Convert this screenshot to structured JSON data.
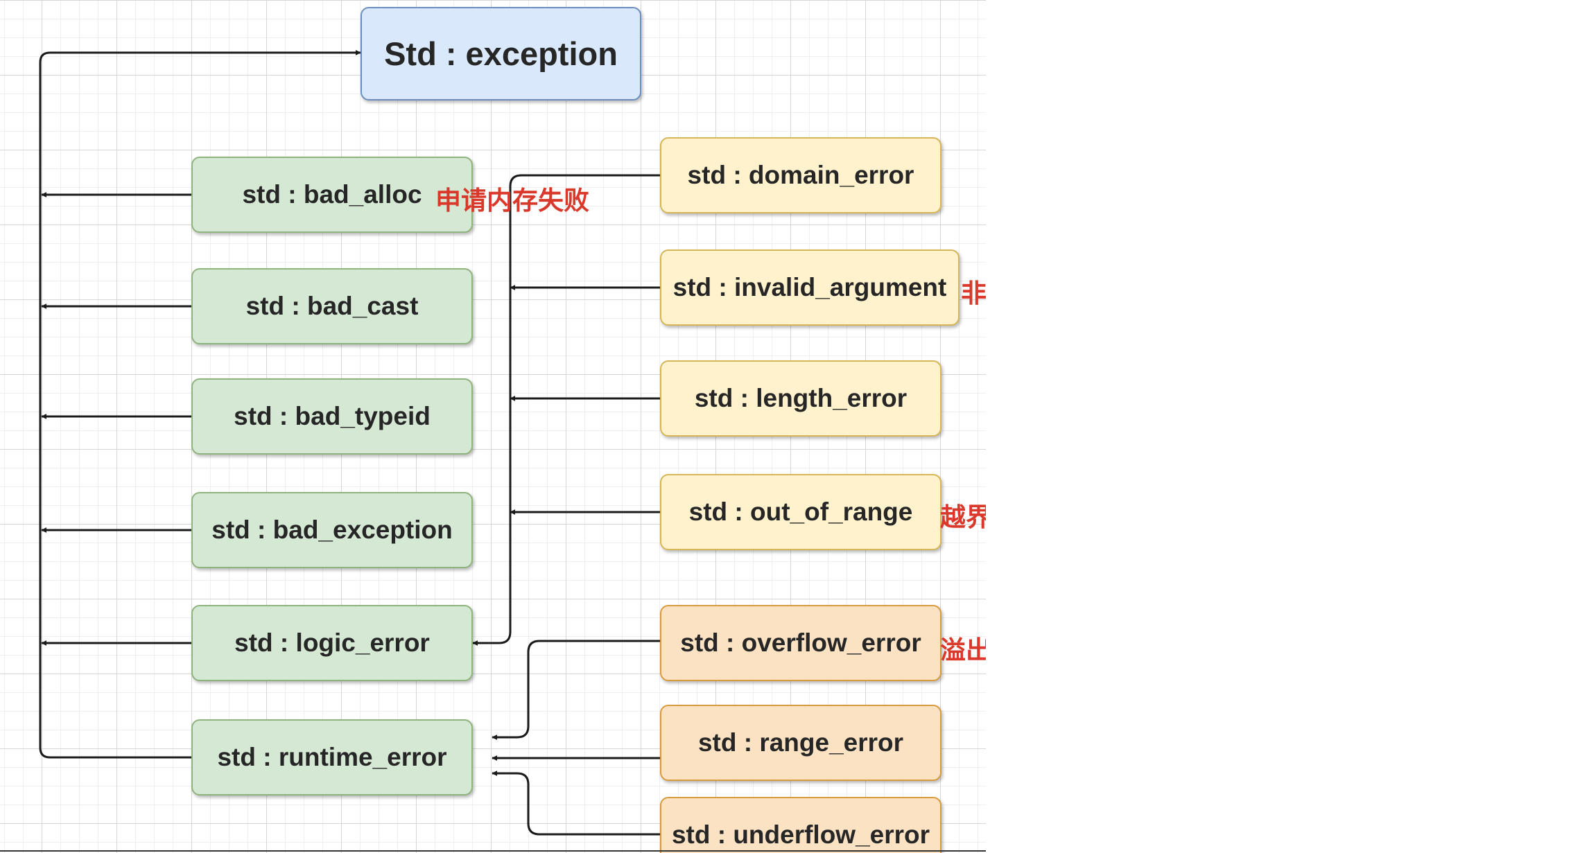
{
  "root": {
    "label": "Std : exception"
  },
  "left_nodes": [
    {
      "id": "bad_alloc",
      "label": "std : bad_alloc"
    },
    {
      "id": "bad_cast",
      "label": "std : bad_cast"
    },
    {
      "id": "bad_typeid",
      "label": "std : bad_typeid"
    },
    {
      "id": "bad_exception",
      "label": "std : bad_exception"
    },
    {
      "id": "logic_error",
      "label": "std : logic_error"
    },
    {
      "id": "runtime_error",
      "label": "std : runtime_error"
    }
  ],
  "logic_children": [
    {
      "id": "domain_error",
      "label": "std : domain_error"
    },
    {
      "id": "invalid_argument",
      "label": "std : invalid_argument"
    },
    {
      "id": "length_error",
      "label": "std : length_error"
    },
    {
      "id": "out_of_range",
      "label": "std : out_of_range"
    }
  ],
  "runtime_children": [
    {
      "id": "overflow_error",
      "label": "std : overflow_error"
    },
    {
      "id": "range_error",
      "label": "std : range_error"
    },
    {
      "id": "underflow_error",
      "label": "std : underflow_error"
    }
  ],
  "annotations": {
    "bad_alloc": "申请内存失败",
    "invalid_argument": "非法参数",
    "out_of_range": "越界",
    "overflow_error": "溢出"
  },
  "colors": {
    "root_fill": "#dae8fc",
    "root_border": "#6c8ebf",
    "green_fill": "#d5e8d4",
    "green_border": "#8fb37c",
    "yellow_fill": "#fff2cc",
    "yellow_border": "#d6b656",
    "orange_fill": "#fbe2c3",
    "orange_border": "#d79b3e",
    "annotation": "#d9382a",
    "edge": "#1a1a1a"
  }
}
